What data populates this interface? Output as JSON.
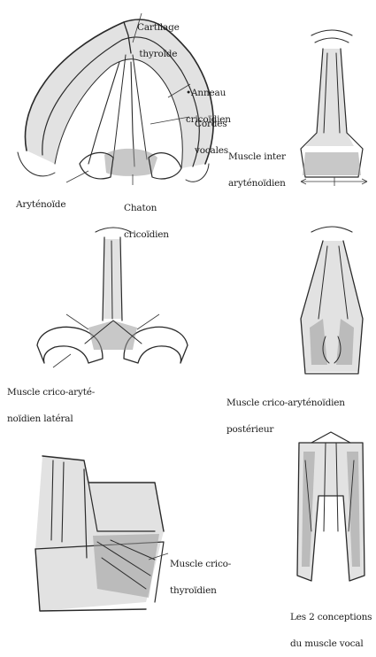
{
  "labels": {
    "cartilage_thyroide": [
      "Cartilage",
      "thyroïde"
    ],
    "anneau_cricoidien": [
      "•Anneau",
      "cricoïdien"
    ],
    "cordes_vocales": [
      "Cordes",
      "vocales"
    ],
    "arytenoide": [
      "Aryténoïde"
    ],
    "chaton_cricoidien": [
      "Chaton",
      "cricoïdien"
    ],
    "muscle_inter_arytenoidien": [
      "Muscle inter",
      "aryténoïdien"
    ],
    "muscle_crico_arytenoidien_lateral": [
      "Muscle crico-aryté-",
      "noïdien latéral"
    ],
    "muscle_crico_arytenoidien_posterieur": [
      "Muscle crico-aryténoïdien",
      "postérieur"
    ],
    "muscle_crico_thyroidien": [
      "Muscle crico-",
      "thyroïdien"
    ],
    "deux_conceptions": [
      "Les 2 conceptions",
      "du muscle vocal"
    ]
  }
}
